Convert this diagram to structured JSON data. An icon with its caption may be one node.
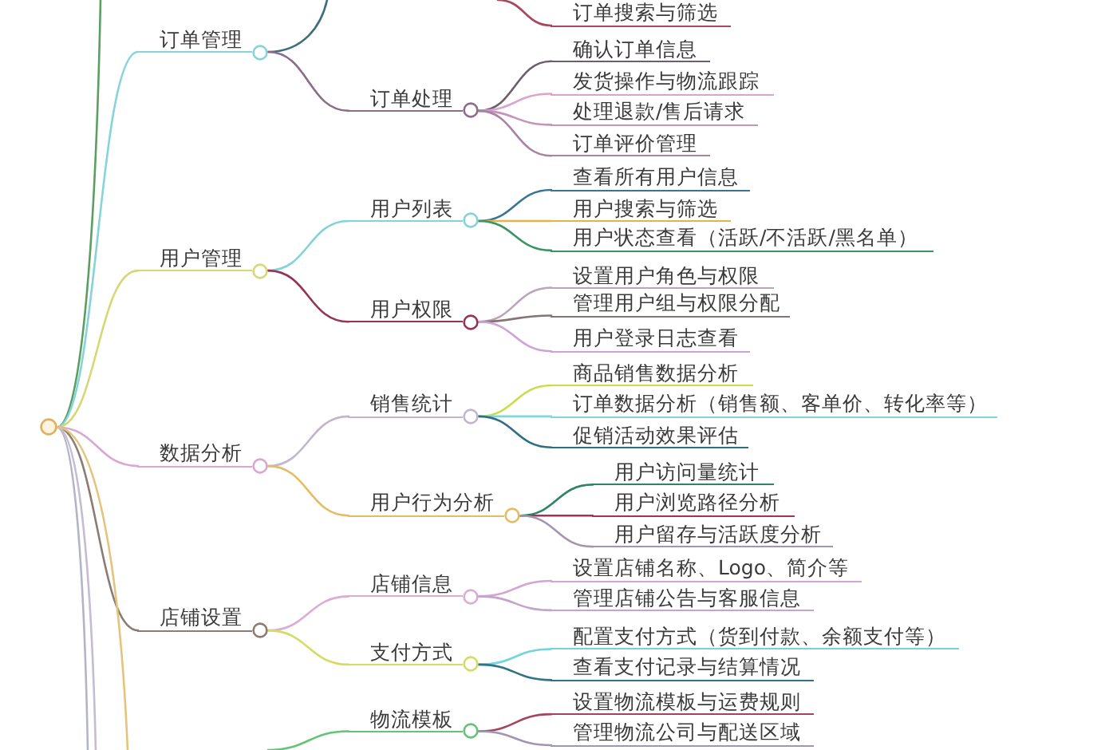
{
  "diagram": {
    "nodes": [
      {
        "text": [],
        "shape": "circle"
      },
      {
        "text": [
          "订单管理"
        ]
      },
      {
        "text": [
          "订单搜索与筛选"
        ]
      },
      {
        "text": [
          "订单处理"
        ]
      },
      {
        "text": [
          "确认订单信息"
        ]
      },
      {
        "text": [
          "发货操作与物流跟踪"
        ]
      },
      {
        "text": [
          "处理退款/售后请求"
        ]
      },
      {
        "text": [
          "订单评价管理"
        ]
      },
      {
        "text": [
          "用户管理"
        ]
      },
      {
        "text": [
          "用户列表"
        ]
      },
      {
        "text": [
          "查看所有用户信息"
        ]
      },
      {
        "text": [
          "用户搜索与筛选"
        ]
      },
      {
        "text": [
          "用户状态查看（活跃/不活跃/黑名单）"
        ]
      },
      {
        "text": [
          "用户权限"
        ]
      },
      {
        "text": [
          "设置用户角色与权限"
        ]
      },
      {
        "text": [
          "管理用户组与权限分配"
        ]
      },
      {
        "text": [
          "用户登录日志查看"
        ]
      },
      {
        "text": [
          "数据分析"
        ]
      },
      {
        "text": [
          "销售统计"
        ]
      },
      {
        "text": [
          "商品销售数据分析"
        ]
      },
      {
        "text": [
          "订单数据分析（销售额、客单价、转化率等）"
        ]
      },
      {
        "text": [
          "促销活动效果评估"
        ]
      },
      {
        "text": [
          "用户行为分析"
        ]
      },
      {
        "text": [
          "用户访问量统计"
        ]
      },
      {
        "text": [
          "用户浏览路径分析"
        ]
      },
      {
        "text": [
          "用户留存与活跃度分析"
        ]
      },
      {
        "text": [
          "店铺设置"
        ]
      },
      {
        "text": [
          "店铺信息"
        ]
      },
      {
        "text": [
          "设置店铺名称、Logo、简介等"
        ]
      },
      {
        "text": [
          "管理店铺公告与客服信息"
        ]
      },
      {
        "text": [
          "支付方式"
        ]
      },
      {
        "text": [
          "配置支付方式（货到付款、余额支付等）"
        ]
      },
      {
        "text": [
          "查看支付记录与结算情况"
        ]
      },
      {
        "text": [
          "物流模板"
        ]
      },
      {
        "text": [
          "设置物流模板与运费规则"
        ]
      },
      {
        "text": [
          "管理物流公司与配送区域"
        ]
      }
    ],
    "edges": [
      {
        "from": 0,
        "to": null,
        "arrow": "none",
        "color": "#5a9e62"
      },
      {
        "from": 0,
        "to": 1,
        "arrow": "none",
        "color": "#86d4da"
      },
      {
        "from": 0,
        "to": 8,
        "arrow": "none",
        "color": "#d6d874"
      },
      {
        "from": 0,
        "to": 17,
        "arrow": "none",
        "color": "#d8a8d0"
      },
      {
        "from": 0,
        "to": 26,
        "arrow": "none",
        "color": "#8c7c74"
      },
      {
        "from": 0,
        "to": null,
        "arrow": "none",
        "color": "#b4b4c8"
      },
      {
        "from": 0,
        "to": null,
        "arrow": "none",
        "color": "#c4bcd4"
      },
      {
        "from": 0,
        "to": null,
        "arrow": "none",
        "color": "#e4c47c"
      },
      {
        "from": 1,
        "to": null,
        "arrow": "none",
        "color": "#3e6e7a"
      },
      {
        "from": null,
        "to": 2,
        "arrow": "none",
        "color": "#a8485e"
      },
      {
        "from": 1,
        "to": 3,
        "arrow": "none",
        "color": "#8c6c8a"
      },
      {
        "from": 3,
        "to": 4,
        "arrow": "none",
        "color": "#6e5e6c"
      },
      {
        "from": 3,
        "to": 5,
        "arrow": "none",
        "color": "#dca4cc"
      },
      {
        "from": 3,
        "to": 6,
        "arrow": "none",
        "color": "#c494bc"
      },
      {
        "from": 3,
        "to": 7,
        "arrow": "none",
        "color": "#a884a4"
      },
      {
        "from": 8,
        "to": 9,
        "arrow": "none",
        "color": "#84d2da"
      },
      {
        "from": 9,
        "to": 10,
        "arrow": "none",
        "color": "#3a7494"
      },
      {
        "from": 9,
        "to": 11,
        "arrow": "none",
        "color": "#e4b448"
      },
      {
        "from": 9,
        "to": 12,
        "arrow": "none",
        "color": "#3c9464"
      },
      {
        "from": 8,
        "to": 13,
        "arrow": "none",
        "color": "#963456"
      },
      {
        "from": 13,
        "to": 14,
        "arrow": "none",
        "color": "#bca4bc"
      },
      {
        "from": 13,
        "to": 15,
        "arrow": "none",
        "color": "#847474"
      },
      {
        "from": 13,
        "to": 16,
        "arrow": "none",
        "color": "#cca4d4"
      },
      {
        "from": 17,
        "to": 18,
        "arrow": "none",
        "color": "#c4b4cc"
      },
      {
        "from": 18,
        "to": 19,
        "arrow": "none",
        "color": "#ccdc48"
      },
      {
        "from": 18,
        "to": 20,
        "arrow": "none",
        "color": "#84d4dc"
      },
      {
        "from": 18,
        "to": 21,
        "arrow": "none",
        "color": "#2e6e84"
      },
      {
        "from": 17,
        "to": 22,
        "arrow": "none",
        "color": "#e4bc64"
      },
      {
        "from": 22,
        "to": 23,
        "arrow": "none",
        "color": "#2e8464"
      },
      {
        "from": 22,
        "to": 24,
        "arrow": "none",
        "color": "#a43454"
      },
      {
        "from": 22,
        "to": 25,
        "arrow": "none",
        "color": "#a494b4"
      },
      {
        "from": 26,
        "to": 27,
        "arrow": "none",
        "color": "#dcacd4"
      },
      {
        "from": 27,
        "to": 28,
        "arrow": "none",
        "color": "#d4a4d4"
      },
      {
        "from": 27,
        "to": 29,
        "arrow": "none",
        "color": "#c4a4cc"
      },
      {
        "from": 26,
        "to": 30,
        "arrow": "none",
        "color": "#d4dc64"
      },
      {
        "from": 30,
        "to": 31,
        "arrow": "none",
        "color": "#74d4dc"
      },
      {
        "from": 30,
        "to": 32,
        "arrow": "none",
        "color": "#2e7484"
      },
      {
        "from": null,
        "to": 33,
        "arrow": "none",
        "color": "#64c474"
      },
      {
        "from": 33,
        "to": 34,
        "arrow": "none",
        "color": "#a4445c"
      },
      {
        "from": 33,
        "to": 35,
        "arrow": "none",
        "color": "#a494b4"
      }
    ]
  }
}
